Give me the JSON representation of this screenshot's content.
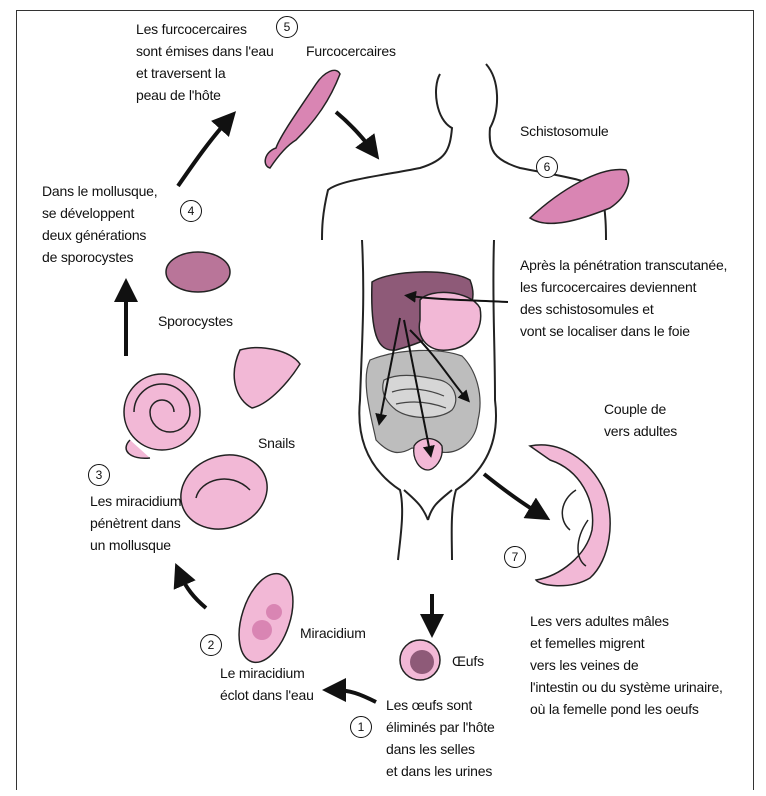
{
  "steps": [
    {
      "num": "1",
      "lines": [
        "Les œufs sont",
        "éliminés par l'hôte",
        "dans les selles",
        "et dans les urines"
      ]
    },
    {
      "num": "2",
      "lines": [
        "Le miracidium",
        "éclot dans l'eau"
      ]
    },
    {
      "num": "3",
      "lines": [
        "Les miracidium",
        "pénètrent dans",
        "un mollusque"
      ]
    },
    {
      "num": "4",
      "lines": [
        "Dans le mollusque,",
        "se développent",
        "deux générations",
        "de sporocystes"
      ]
    },
    {
      "num": "5",
      "lines": [
        "Les furcocercaires",
        "sont émises dans l'eau",
        "et traversent la",
        "peau de l'hôte"
      ]
    },
    {
      "num": "6",
      "lines": [
        "Après la pénétration transcutanée,",
        "les furcocercaires deviennent",
        "des schistosomules et",
        "vont se localiser dans le foie"
      ]
    },
    {
      "num": "7",
      "lines": [
        "Les vers adultes mâles",
        "et femelles migrent",
        "vers les veines de",
        "l'intestin ou du système urinaire,",
        "où la femelle pond les oeufs"
      ]
    }
  ],
  "labels": {
    "eggs": "Œufs",
    "miracidium": "Miracidium",
    "snails": "Snails",
    "sporocystes": "Sporocystes",
    "furcocercaires": "Furcocercaires",
    "schistosomule": "Schistosomule",
    "couple": [
      "Couple de",
      "vers adultes"
    ]
  },
  "colors": {
    "pink": "#f2b8d6",
    "pink_dark": "#d985b3",
    "liver": "#8e5a78",
    "intestine": "#bdbdbd",
    "arrow": "#111111"
  }
}
